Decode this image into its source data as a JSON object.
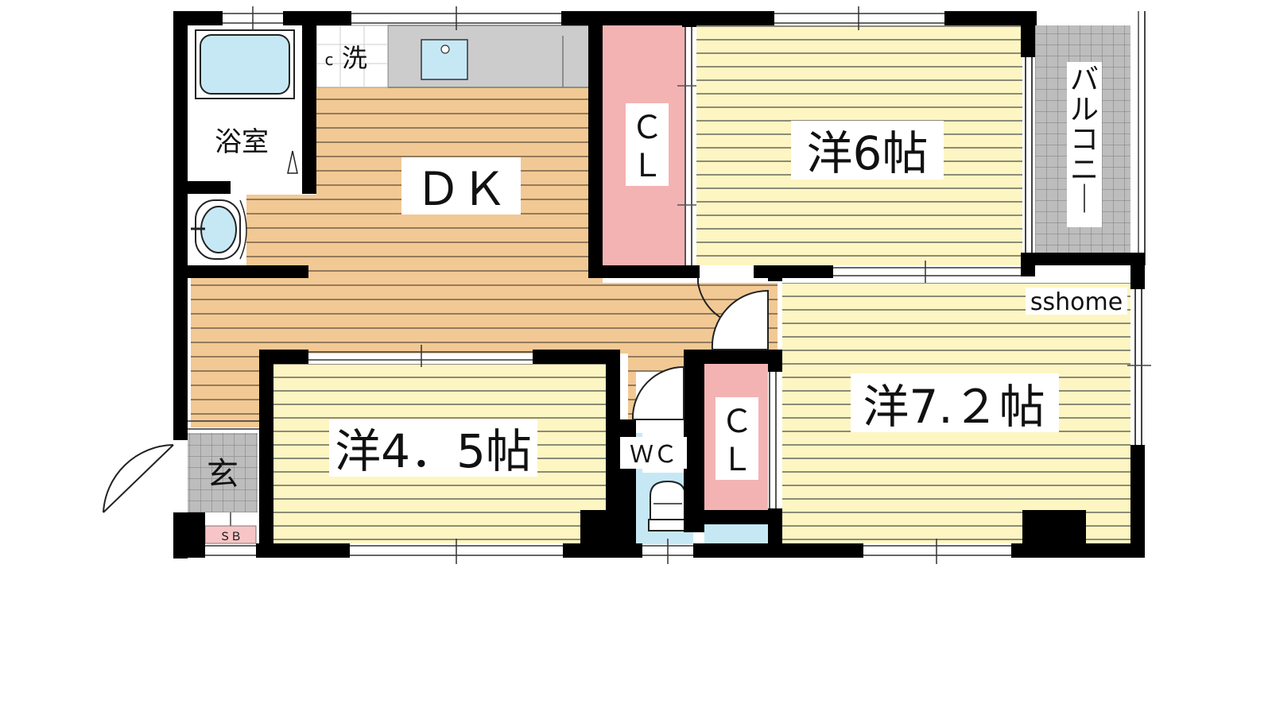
{
  "rooms": {
    "dk": "ＤＫ",
    "western_6": "洋6帖",
    "western_72": "洋7.２帖",
    "western_45": "洋4．5帖",
    "bath": "浴室",
    "washer": "洗",
    "washer_mark": "c",
    "entrance": "玄",
    "shoe_box": "ＳＢ",
    "wc": "ＷＣ",
    "closet_1": "Ｃ\nＬ",
    "closet_2": "Ｃ\nＬ",
    "balcony": "バルコニー"
  },
  "watermark": "sshome",
  "colors": {
    "wall": "#000000",
    "flooring_wood": "#f2c994",
    "flooring_light": "#fdf6c3",
    "closet": "#f4b3b3",
    "water": "#c6e8f5",
    "tile": "#bdbdbd",
    "shoe_box": "#f7c5c5",
    "counter": "#cccccc"
  }
}
